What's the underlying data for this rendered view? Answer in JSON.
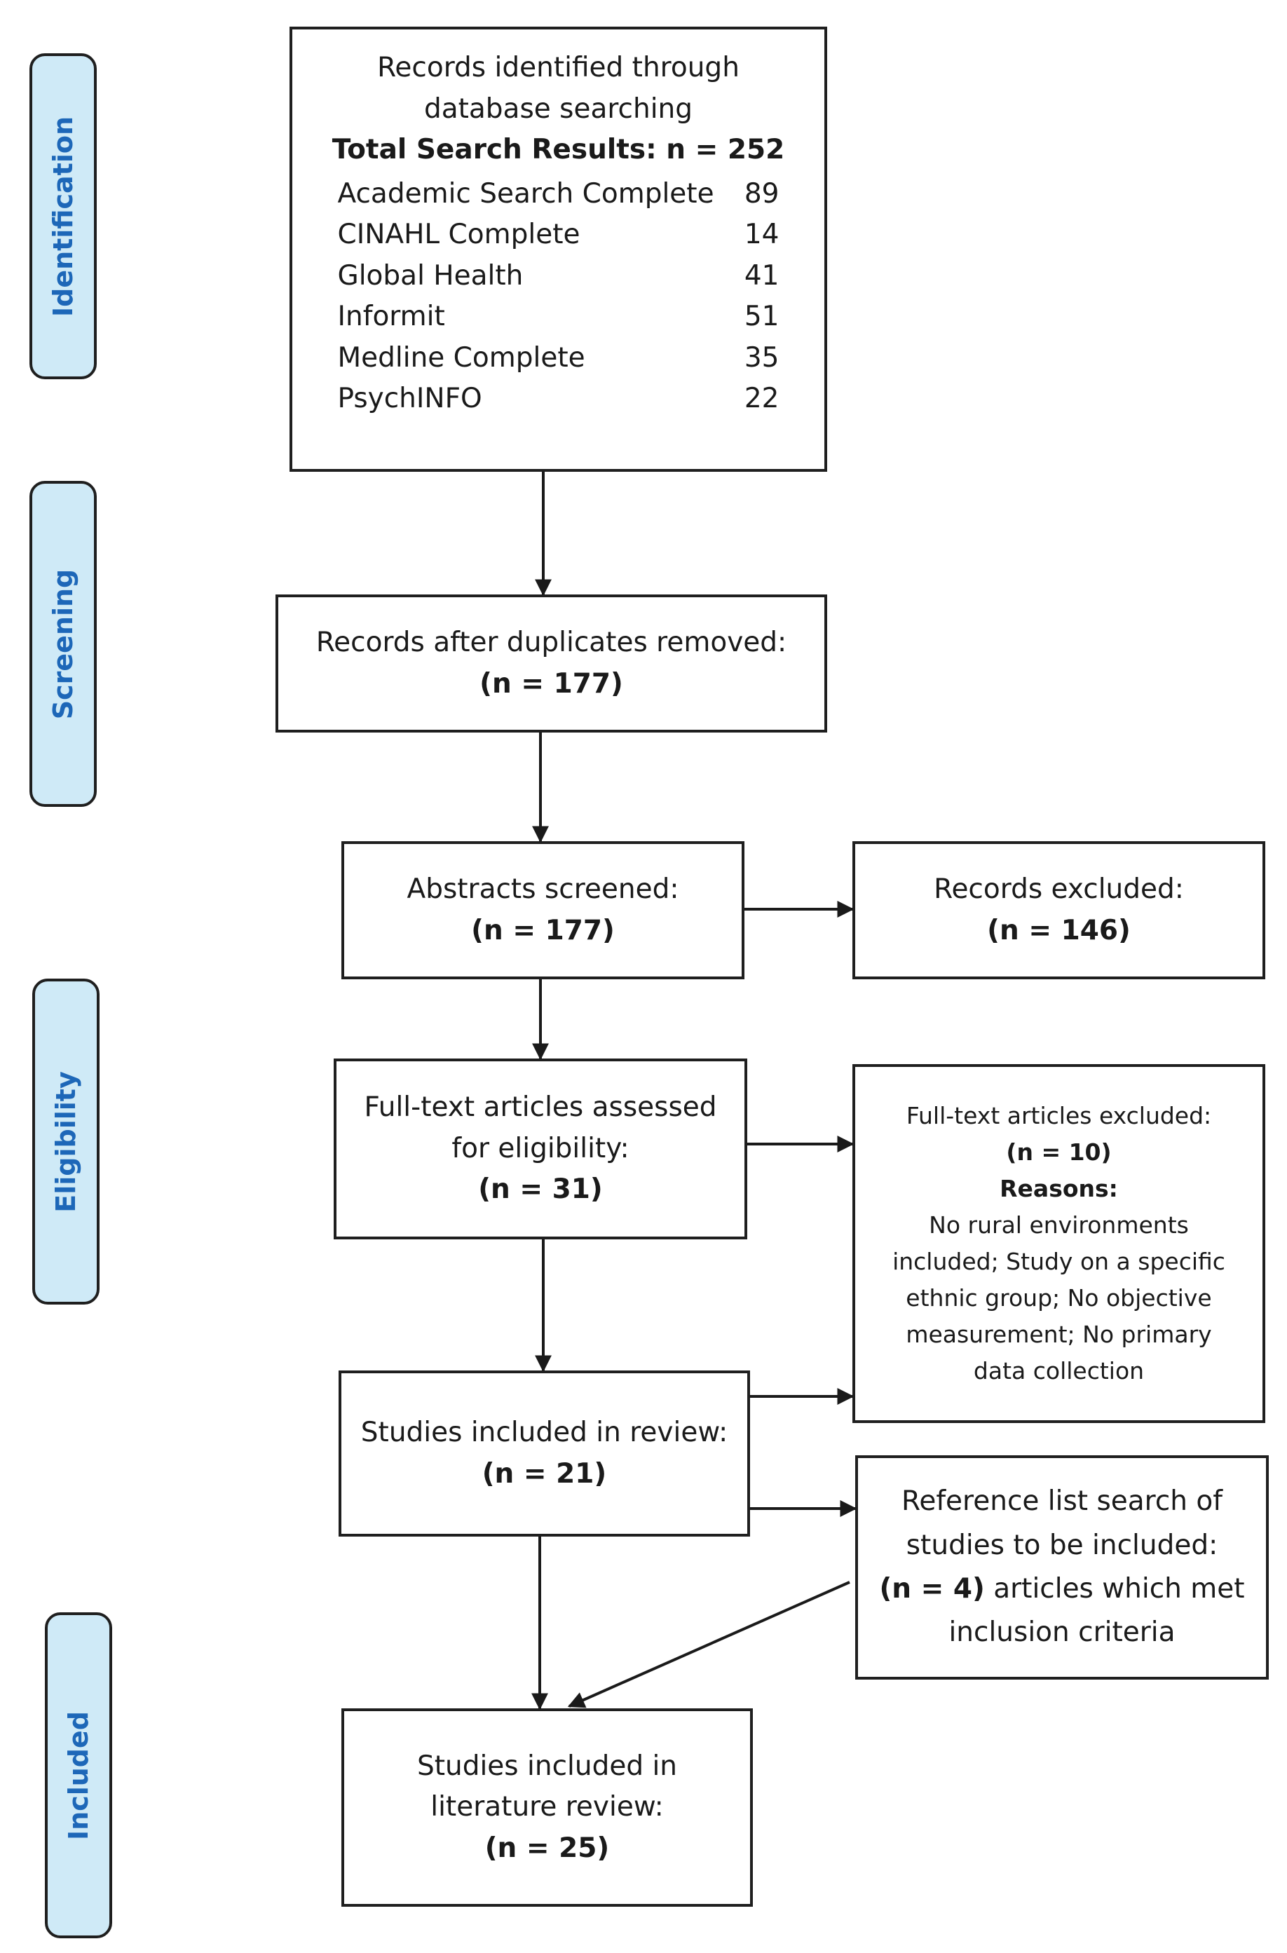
{
  "phases": {
    "identification": "Identification",
    "screening": "Screening",
    "eligibility": "Eligibility",
    "included": "Included"
  },
  "identified": {
    "line1": "Records identified through",
    "line2": "database searching",
    "total": "Total Search Results: n = 252",
    "databases": [
      {
        "name": "Academic Search Complete",
        "count": "89"
      },
      {
        "name": "CINAHL Complete",
        "count": "14"
      },
      {
        "name": "Global Health",
        "count": "41"
      },
      {
        "name": "Informit",
        "count": "51"
      },
      {
        "name": "Medline Complete",
        "count": "35"
      },
      {
        "name": "PsychINFO",
        "count": "22"
      }
    ]
  },
  "duplicates_removed": {
    "label": "Records after duplicates removed:",
    "count": "(n = 177)"
  },
  "abstracts_screened": {
    "label": "Abstracts screened:",
    "count": "(n = 177)"
  },
  "records_excluded": {
    "label": "Records excluded:",
    "count": "(n = 146)"
  },
  "fulltext_assessed": {
    "line1": "Full-text articles assessed",
    "line2": "for eligibility:",
    "count": "(n = 31)"
  },
  "fulltext_excluded": {
    "label": "Full-text articles excluded:",
    "count": "(n = 10)",
    "reasons_label": "Reasons:",
    "reasons": [
      "No rural environments",
      "included; Study on a specific",
      "ethnic group; No objective",
      "measurement; No primary",
      "data collection"
    ]
  },
  "studies_review": {
    "label": "Studies included in review:",
    "count": "(n = 21)"
  },
  "reference_search": {
    "line1": "Reference list search of",
    "line2": "studies to be included:",
    "count": "(n = 4)",
    "line3_rest": " articles which met",
    "line4": "inclusion criteria"
  },
  "studies_literature": {
    "line1": "Studies included in",
    "line2": "literature review:",
    "count": "(n = 25)"
  }
}
